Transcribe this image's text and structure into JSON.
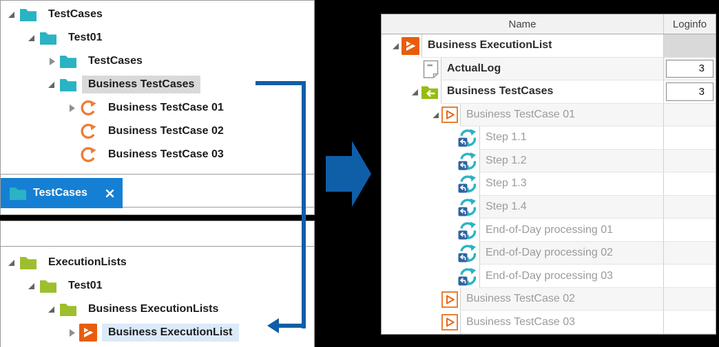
{
  "colors": {
    "teal_folder": "#2ab3c3",
    "green_folder": "#9fbe2d",
    "green_folder_dark": "#97bc11",
    "orange": "#ee7b38",
    "orange_solid": "#e85d0d",
    "orange_outline": "#e87f35",
    "accent_blue": "#0e5ea8",
    "tab_blue": "#1580d3",
    "step_square_blue": "#2e63a4",
    "step_arc_teal": "#2bb3c3",
    "highlight_gray": "#d9d9d9",
    "highlight_blue": "#dbeaf9",
    "gray_text": "#9b9b9b",
    "dark_text": "#2d2d2d"
  },
  "top_tree": {
    "rows": [
      {
        "label": "TestCases",
        "level": 0,
        "expander": "expanded",
        "icon": "teal-folder",
        "highlight": "none"
      },
      {
        "label": "Test01",
        "level": 1,
        "expander": "expanded",
        "icon": "teal-folder",
        "highlight": "none"
      },
      {
        "label": "TestCases",
        "level": 2,
        "expander": "collapsed",
        "icon": "teal-folder",
        "highlight": "none"
      },
      {
        "label": "Business TestCases",
        "level": 2,
        "expander": "expanded",
        "icon": "teal-folder",
        "highlight": "gray"
      },
      {
        "label": "Business TestCase 01",
        "level": 3,
        "expander": "collapsed",
        "icon": "orange-refresh",
        "highlight": "none"
      },
      {
        "label": "Business TestCase 02",
        "level": 3,
        "expander": "none",
        "icon": "orange-refresh",
        "highlight": "none"
      },
      {
        "label": "Business TestCase 03",
        "level": 3,
        "expander": "none",
        "icon": "orange-refresh",
        "highlight": "none"
      }
    ]
  },
  "tab": {
    "label": "TestCases",
    "close": "close",
    "icon": "teal-folder"
  },
  "bottom_tree": {
    "rows": [
      {
        "label": "ExecutionLists",
        "level": 0,
        "expander": "expanded",
        "icon": "green-folder",
        "highlight": "none"
      },
      {
        "label": "Test01",
        "level": 1,
        "expander": "expanded",
        "icon": "green-folder",
        "highlight": "none"
      },
      {
        "label": "Business ExecutionLists",
        "level": 2,
        "expander": "expanded",
        "icon": "green-folder",
        "highlight": "none"
      },
      {
        "label": "Business ExecutionList",
        "level": 3,
        "expander": "collapsed",
        "icon": "orange-play-solid",
        "highlight": "blue"
      }
    ]
  },
  "table": {
    "header": {
      "name": "Name",
      "loginfo": "Loginfo"
    },
    "rows": [
      {
        "name": "Business ExecutionList",
        "level": 0,
        "expander": "expanded",
        "icon": "orange-play-solid",
        "text": "dark",
        "loginfo": {
          "value": "",
          "style": "gray-fill"
        }
      },
      {
        "name": "ActualLog",
        "level": 1,
        "expander": "none",
        "icon": "document",
        "text": "dark",
        "loginfo": {
          "value": "3",
          "style": "boxed"
        }
      },
      {
        "name": "Business TestCases",
        "level": 1,
        "expander": "expanded",
        "icon": "green-folder-arrow",
        "text": "dark",
        "loginfo": {
          "value": "3",
          "style": "boxed"
        }
      },
      {
        "name": "Business TestCase 01",
        "level": 2,
        "expander": "expanded",
        "icon": "orange-play-outline",
        "text": "gray",
        "loginfo": {
          "value": "",
          "style": "none"
        }
      },
      {
        "name": "Step 1.1",
        "level": 3,
        "expander": "none",
        "icon": "step-rerun",
        "text": "gray",
        "loginfo": {
          "value": "",
          "style": "none"
        }
      },
      {
        "name": "Step 1.2",
        "level": 3,
        "expander": "none",
        "icon": "step-rerun",
        "text": "gray",
        "loginfo": {
          "value": "",
          "style": "none"
        }
      },
      {
        "name": "Step 1.3",
        "level": 3,
        "expander": "none",
        "icon": "step-rerun",
        "text": "gray",
        "loginfo": {
          "value": "",
          "style": "none"
        }
      },
      {
        "name": "Step 1.4",
        "level": 3,
        "expander": "none",
        "icon": "step-rerun",
        "text": "gray",
        "loginfo": {
          "value": "",
          "style": "none"
        }
      },
      {
        "name": "End-of-Day processing 01",
        "level": 3,
        "expander": "none",
        "icon": "step-rerun",
        "text": "gray",
        "loginfo": {
          "value": "",
          "style": "none"
        }
      },
      {
        "name": "End-of-Day processing 02",
        "level": 3,
        "expander": "none",
        "icon": "step-rerun",
        "text": "gray",
        "loginfo": {
          "value": "",
          "style": "none"
        }
      },
      {
        "name": "End-of-Day processing 03",
        "level": 3,
        "expander": "none",
        "icon": "step-rerun",
        "text": "gray",
        "loginfo": {
          "value": "",
          "style": "none"
        }
      },
      {
        "name": "Business TestCase 02",
        "level": 2,
        "expander": "none",
        "icon": "orange-play-outline",
        "text": "gray",
        "loginfo": {
          "value": "",
          "style": "none"
        }
      },
      {
        "name": "Business TestCase 03",
        "level": 2,
        "expander": "none",
        "icon": "orange-play-outline",
        "text": "gray",
        "loginfo": {
          "value": "",
          "style": "none"
        }
      }
    ]
  }
}
